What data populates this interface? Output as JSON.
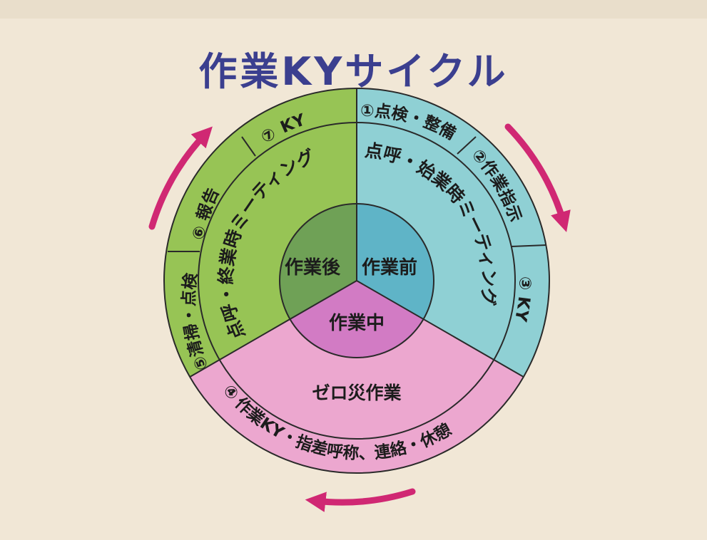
{
  "title": "作業KYサイクル",
  "center": {
    "before": "作業前",
    "after": "作業後",
    "during": "作業中"
  },
  "ring": {
    "before_meeting": "点呼・始業時ミーティング",
    "after_meeting": "点呼・終業時ミーティング",
    "during_work": "ゼロ災作業"
  },
  "steps": [
    {
      "num": "①",
      "label": "点検・整備"
    },
    {
      "num": "②",
      "label": "作業指示"
    },
    {
      "num": "③",
      "label": "KY"
    },
    {
      "num": "④",
      "label": "作業KY・指差呼称、連絡・休憩"
    },
    {
      "num": "⑤",
      "label": "清掃・点検"
    },
    {
      "num": "⑥",
      "label": "報告"
    },
    {
      "num": "⑦",
      "label": "KY"
    }
  ],
  "colors": {
    "background": "#f1e7d6",
    "title": "#3b3f8f",
    "green_outer": "#97c455",
    "green_inner": "#6fa156",
    "blue_outer": "#8fd0d4",
    "blue_inner": "#5fb4c7",
    "pink_outer": "#eca7cf",
    "pink_inner": "#d27bc4",
    "arrow": "#d02873"
  },
  "icons": [
    "arrow-clockwise-icon",
    "arrow-clockwise-icon",
    "arrow-clockwise-icon"
  ]
}
